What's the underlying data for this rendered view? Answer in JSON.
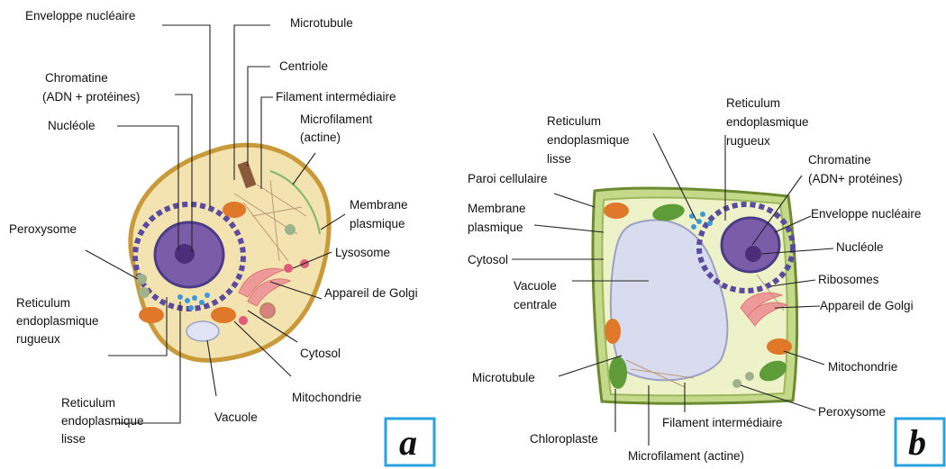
{
  "panel_a": {
    "letter": "a",
    "labels": {
      "enveloppe_nucleaire": "Enveloppe nucléaire",
      "microtubule": "Microtubule",
      "centriole": "Centriole",
      "chromatine_1": "Chromatine",
      "chromatine_2": "(ADN + protéines)",
      "filament_intermediaire": "Filament intermédiaire",
      "nucleole": "Nucléole",
      "microfilament_1": "Microfilament",
      "microfilament_2": "(actine)",
      "membrane_1": "Membrane",
      "membrane_2": "plasmique",
      "peroxysome": "Peroxysome",
      "lysosome": "Lysosome",
      "golgi": "Appareil de Golgi",
      "rer_1": "Reticulum",
      "rer_2": "endoplasmique",
      "rer_3": "rugueux",
      "cytosol": "Cytosol",
      "mitochondrie": "Mitochondrie",
      "ser_1": "Reticulum",
      "ser_2": "endoplasmique",
      "ser_3": "lisse",
      "vacuole": "Vacuole"
    }
  },
  "panel_b": {
    "letter": "b",
    "labels": {
      "rer_1": "Reticulum",
      "rer_2": "endoplasmique",
      "rer_3": "rugueux",
      "ser_1": "Reticulum",
      "ser_2": "endoplasmique",
      "ser_3": "lisse",
      "chromatine_1": "Chromatine",
      "chromatine_2": "(ADN+ protéines)",
      "paroi": "Paroi cellulaire",
      "membrane_1": "Membrane",
      "membrane_2": "plasmique",
      "enveloppe_nucleaire": "Enveloppe nucléaire",
      "nucleole": "Nucléole",
      "cytosol": "Cytosol",
      "ribosomes": "Ribosomes",
      "vacuole_1": "Vacuole",
      "vacuole_2": "centrale",
      "golgi": "Appareil de Golgi",
      "mitochondrie": "Mitochondrie",
      "microtubule": "Microtubule",
      "peroxysome": "Peroxysome",
      "filament_intermediaire": "Filament intermédiaire",
      "chloroplaste": "Chloroplaste",
      "microfilament": "Microfilament (actine)"
    }
  },
  "colors": {
    "cell_a_fill": "#f3e3b0",
    "cell_a_border": "#c99a3a",
    "nucleus": "#7a5ca8",
    "nucleolus": "#4b2d7a",
    "cell_b_wall": "#c4d98a",
    "cell_b_cytosol": "#eef2c8",
    "vacuole": "#d9dcef",
    "mitochondria": "#e0782a",
    "chloroplast": "#5e9c3a",
    "golgi": "#ef9a9a",
    "panel_border": "#29a3dd"
  }
}
